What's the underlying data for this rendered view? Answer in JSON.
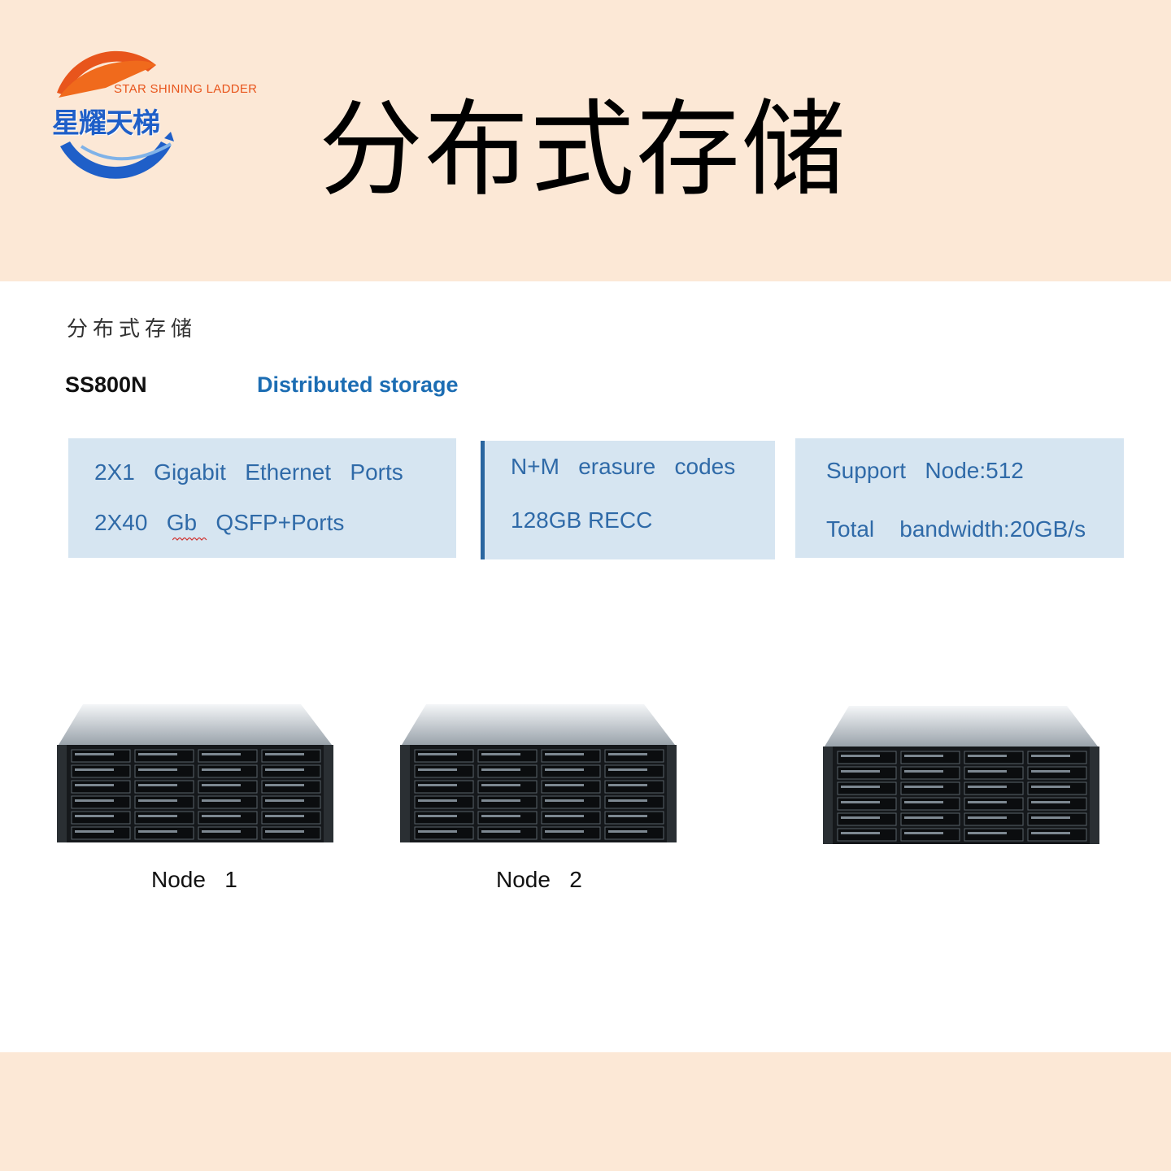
{
  "header": {
    "logo": {
      "tagline": "STAR SHINING LADDER",
      "name": "星耀天梯",
      "colors": {
        "orange": "#e8551c",
        "blue": "#1f5fc8"
      }
    },
    "title": "分布式存储"
  },
  "content": {
    "subtitle_cn": "分布式存储",
    "model": "SS800N",
    "product_type": "Distributed storage",
    "specs": [
      {
        "line1": "2X1   Gigabit   Ethernet   Ports",
        "line2": "2X40   Gb   QSFP+Ports"
      },
      {
        "line1": "N+M   erasure   codes",
        "line2": "128GB RECC"
      },
      {
        "line1": "Support   Node:512",
        "line2": "Total    bandwidth:20GB/s"
      }
    ],
    "nodes": [
      {
        "label": "Node   1"
      },
      {
        "label": "Node   2"
      },
      {
        "label": ""
      }
    ]
  },
  "colors": {
    "peach": "#fce8d6",
    "spec_bg": "#d6e5f1",
    "spec_text": "#2f6aa8",
    "accent_blue": "#1c6db3"
  }
}
